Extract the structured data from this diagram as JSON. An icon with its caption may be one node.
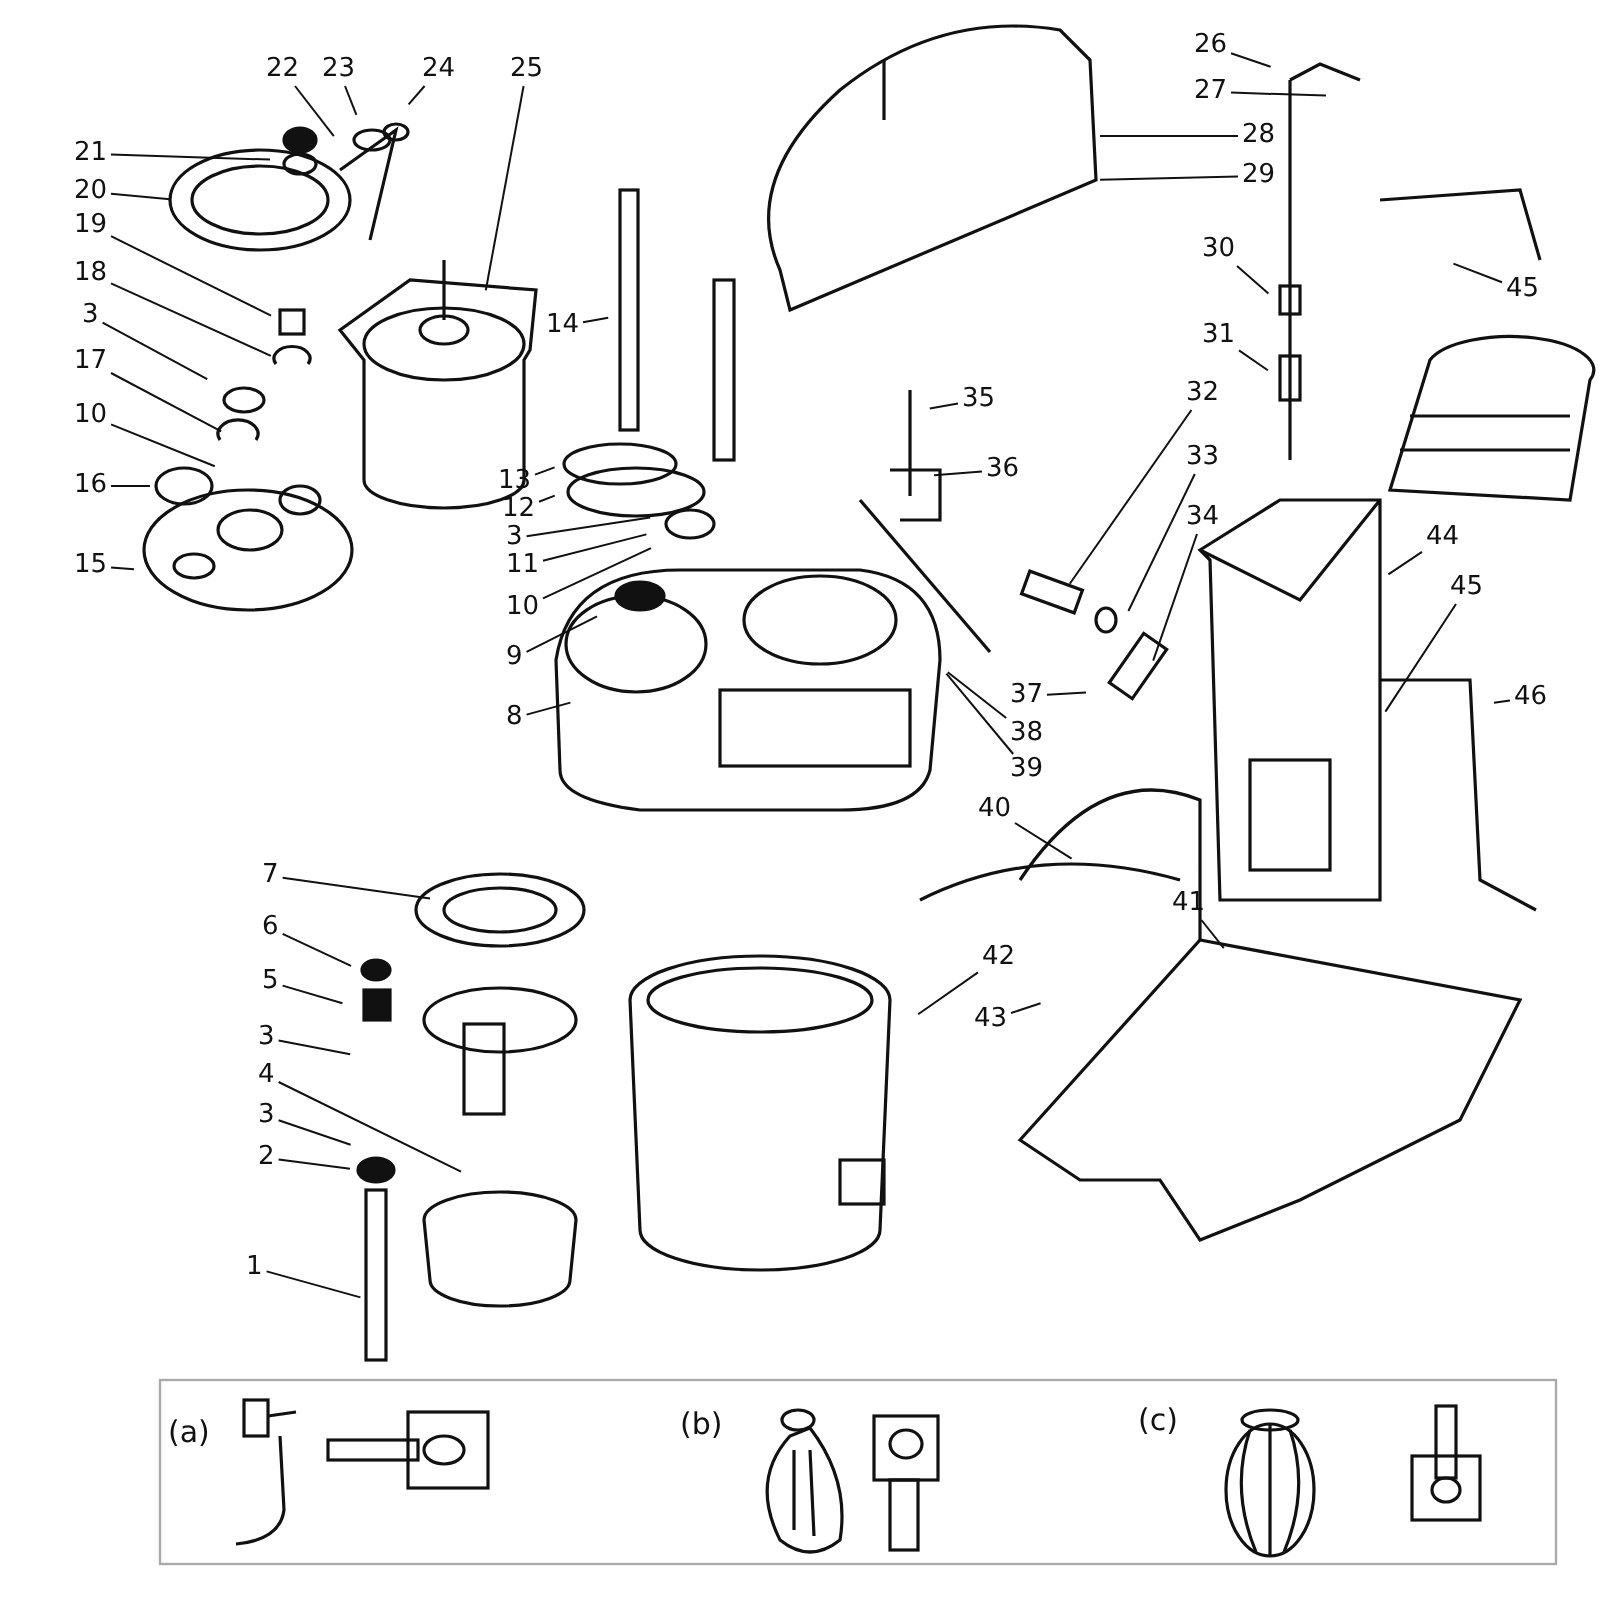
{
  "diagram": {
    "nodes": [
      {
        "text": [
          "22"
        ]
      },
      {
        "text": [
          "23"
        ]
      },
      {
        "text": [
          "24"
        ]
      },
      {
        "text": [
          "25"
        ]
      },
      {
        "text": [
          "21"
        ]
      },
      {
        "text": [
          "20"
        ]
      },
      {
        "text": [
          "19"
        ]
      },
      {
        "text": [
          "18"
        ]
      },
      {
        "text": [
          "3"
        ]
      },
      {
        "text": [
          "17"
        ]
      },
      {
        "text": [
          "10"
        ]
      },
      {
        "text": [
          "16"
        ]
      },
      {
        "text": [
          "15"
        ]
      },
      {
        "text": [
          "14"
        ]
      },
      {
        "text": [
          "13"
        ]
      },
      {
        "text": [
          "12"
        ]
      },
      {
        "text": [
          "3"
        ]
      },
      {
        "text": [
          "11"
        ]
      },
      {
        "text": [
          "10"
        ]
      },
      {
        "text": [
          "9"
        ]
      },
      {
        "text": [
          "8"
        ]
      },
      {
        "text": [
          "26"
        ]
      },
      {
        "text": [
          "27"
        ]
      },
      {
        "text": [
          "28"
        ]
      },
      {
        "text": [
          "29"
        ]
      },
      {
        "text": [
          "30"
        ]
      },
      {
        "text": [
          "31"
        ]
      },
      {
        "text": [
          "45"
        ]
      },
      {
        "text": [
          "35"
        ]
      },
      {
        "text": [
          "32"
        ]
      },
      {
        "text": [
          "36"
        ]
      },
      {
        "text": [
          "33"
        ]
      },
      {
        "text": [
          "34"
        ]
      },
      {
        "text": [
          "44"
        ]
      },
      {
        "text": [
          "45"
        ]
      },
      {
        "text": [
          "46"
        ]
      },
      {
        "text": [
          "37"
        ]
      },
      {
        "text": [
          "38"
        ]
      },
      {
        "text": [
          "39"
        ]
      },
      {
        "text": [
          "40"
        ]
      },
      {
        "text": [
          "41"
        ]
      },
      {
        "text": [
          "42"
        ]
      },
      {
        "text": [
          "43"
        ]
      },
      {
        "text": [
          "7"
        ]
      },
      {
        "text": [
          "6"
        ]
      },
      {
        "text": [
          "5"
        ]
      },
      {
        "text": [
          "3"
        ]
      },
      {
        "text": [
          "4"
        ]
      },
      {
        "text": [
          "3"
        ]
      },
      {
        "text": [
          "2"
        ]
      },
      {
        "text": [
          "1"
        ]
      }
    ],
    "edges": [
      {
        "from": 0,
        "to": null,
        "arrow": "none"
      },
      {
        "from": 1,
        "to": null,
        "arrow": "none"
      },
      {
        "from": 2,
        "to": null,
        "arrow": "none"
      },
      {
        "from": 3,
        "to": null,
        "arrow": "none"
      },
      {
        "from": 4,
        "to": null,
        "arrow": "none"
      },
      {
        "from": 5,
        "to": null,
        "arrow": "none"
      },
      {
        "from": 6,
        "to": null,
        "arrow": "none"
      },
      {
        "from": 7,
        "to": null,
        "arrow": "none"
      },
      {
        "from": 8,
        "to": null,
        "arrow": "none"
      },
      {
        "from": 9,
        "to": null,
        "arrow": "none"
      },
      {
        "from": 10,
        "to": null,
        "arrow": "none"
      },
      {
        "from": 11,
        "to": null,
        "arrow": "none"
      },
      {
        "from": 12,
        "to": null,
        "arrow": "none"
      },
      {
        "from": 13,
        "to": null,
        "arrow": "none"
      },
      {
        "from": 14,
        "to": null,
        "arrow": "none"
      },
      {
        "from": 15,
        "to": null,
        "arrow": "none"
      },
      {
        "from": 16,
        "to": null,
        "arrow": "none"
      },
      {
        "from": 17,
        "to": null,
        "arrow": "none"
      },
      {
        "from": 18,
        "to": null,
        "arrow": "none"
      },
      {
        "from": 19,
        "to": null,
        "arrow": "none"
      },
      {
        "from": 20,
        "to": null,
        "arrow": "none"
      },
      {
        "from": 21,
        "to": null,
        "arrow": "none"
      },
      {
        "from": 22,
        "to": null,
        "arrow": "none"
      },
      {
        "from": 23,
        "to": null,
        "arrow": "none"
      },
      {
        "from": 24,
        "to": null,
        "arrow": "none"
      },
      {
        "from": 25,
        "to": null,
        "arrow": "none"
      },
      {
        "from": 26,
        "to": null,
        "arrow": "none"
      },
      {
        "from": 27,
        "to": null,
        "arrow": "none"
      },
      {
        "from": 28,
        "to": null,
        "arrow": "none"
      },
      {
        "from": 29,
        "to": null,
        "arrow": "none"
      },
      {
        "from": 30,
        "to": null,
        "arrow": "none"
      },
      {
        "from": 31,
        "to": null,
        "arrow": "none"
      },
      {
        "from": 32,
        "to": null,
        "arrow": "none"
      },
      {
        "from": 33,
        "to": null,
        "arrow": "none"
      },
      {
        "from": 34,
        "to": null,
        "arrow": "none"
      },
      {
        "from": 35,
        "to": null,
        "arrow": "none"
      },
      {
        "from": 36,
        "to": null,
        "arrow": "none"
      },
      {
        "from": 37,
        "to": null,
        "arrow": "none"
      },
      {
        "from": 38,
        "to": null,
        "arrow": "none"
      },
      {
        "from": 39,
        "to": null,
        "arrow": "none"
      },
      {
        "from": 40,
        "to": null,
        "arrow": "none"
      },
      {
        "from": 41,
        "to": null,
        "arrow": "none"
      },
      {
        "from": 42,
        "to": null,
        "arrow": "none"
      },
      {
        "from": 43,
        "to": null,
        "arrow": "none"
      },
      {
        "from": 44,
        "to": null,
        "arrow": "none"
      },
      {
        "from": 45,
        "to": null,
        "arrow": "none"
      },
      {
        "from": 46,
        "to": null,
        "arrow": "none"
      },
      {
        "from": 47,
        "to": null,
        "arrow": "none"
      },
      {
        "from": 48,
        "to": null,
        "arrow": "none"
      },
      {
        "from": 49,
        "to": null,
        "arrow": "none"
      },
      {
        "from": 50,
        "to": null,
        "arrow": "none"
      }
    ],
    "labels": [
      "(a)",
      "(b)",
      "(c)"
    ]
  }
}
